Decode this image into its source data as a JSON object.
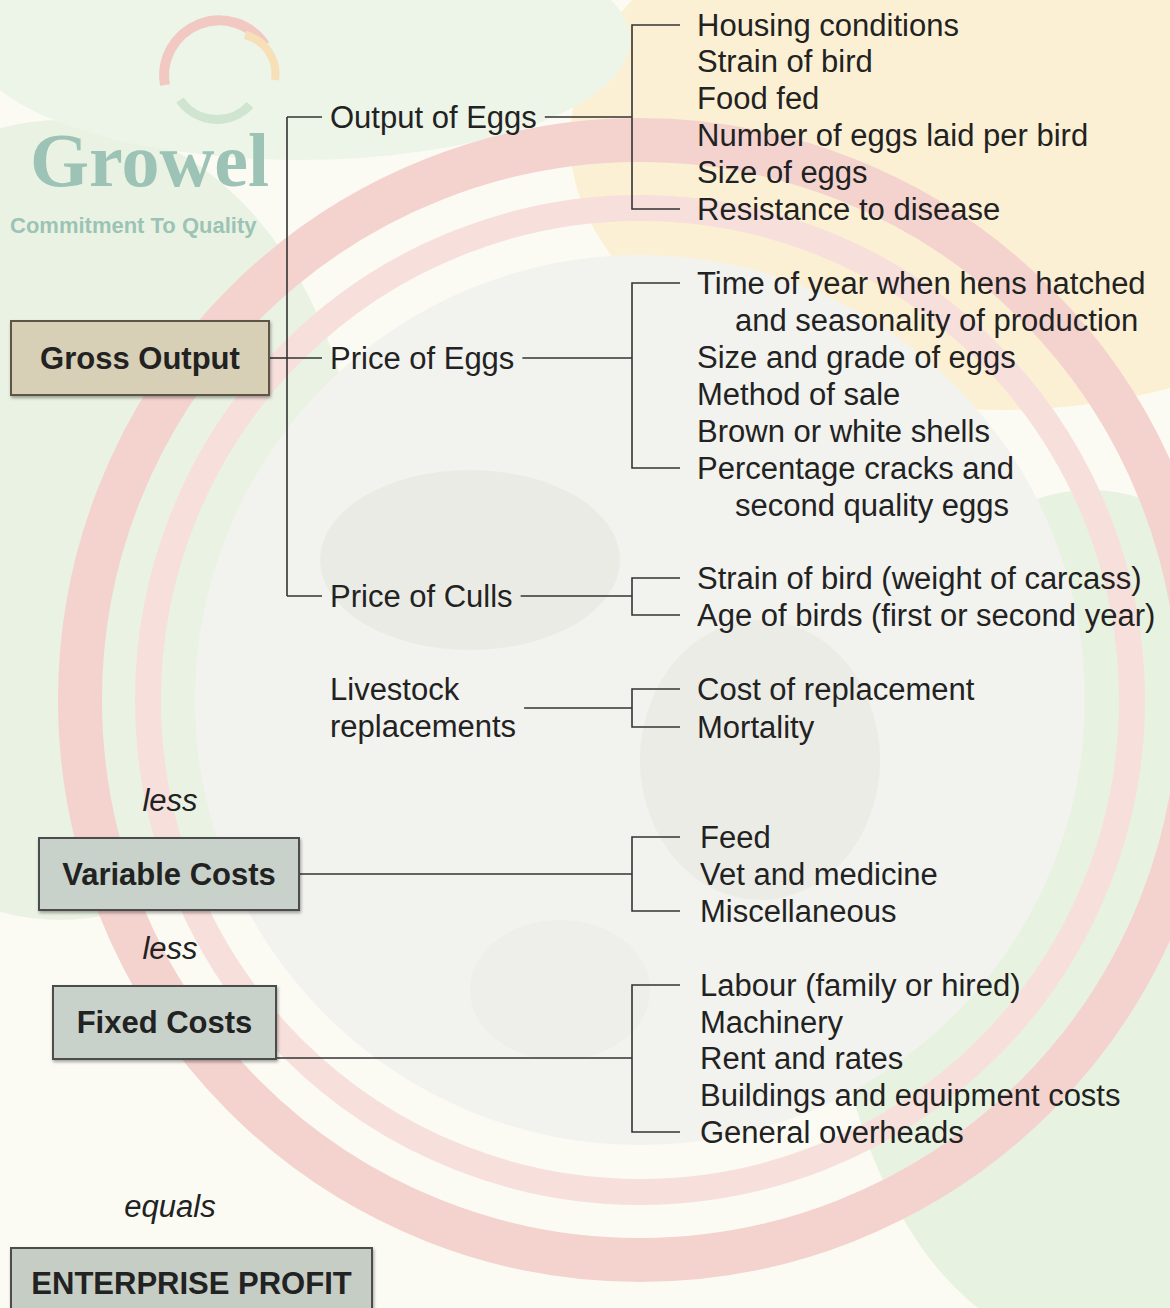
{
  "diagram": {
    "nodes": [
      {
        "text": [
          "Gross Output"
        ]
      },
      {
        "text": [
          "Variable Costs"
        ]
      },
      {
        "text": [
          "Fixed Costs"
        ]
      },
      {
        "text": [
          "ENTERPRISE PROFIT"
        ]
      }
    ],
    "labels": [
      "Growel",
      "Commitment To Quality",
      "Output of Eggs",
      "Housing conditions",
      "Strain of bird",
      "Food fed",
      "Number of eggs laid per bird",
      "Size of eggs",
      "Resistance to disease",
      "Price of Eggs",
      "Time of year when hens hatched and seasonality of production",
      "Size and grade of eggs",
      "Method of sale",
      "Brown or white shells",
      "Percentage cracks and second quality eggs",
      "Price of Culls",
      "Strain of bird (weight of carcass)",
      "Age of birds (first or second year)",
      "Livestock replacements",
      "Cost of replacement",
      "Mortality",
      "less",
      "Feed",
      "Vet and medicine",
      "Miscellaneous",
      "less",
      "Labour (family or hired)",
      "Machinery",
      "Rent and rates",
      "Buildings and equipment costs",
      "General overheads",
      "equals"
    ]
  }
}
